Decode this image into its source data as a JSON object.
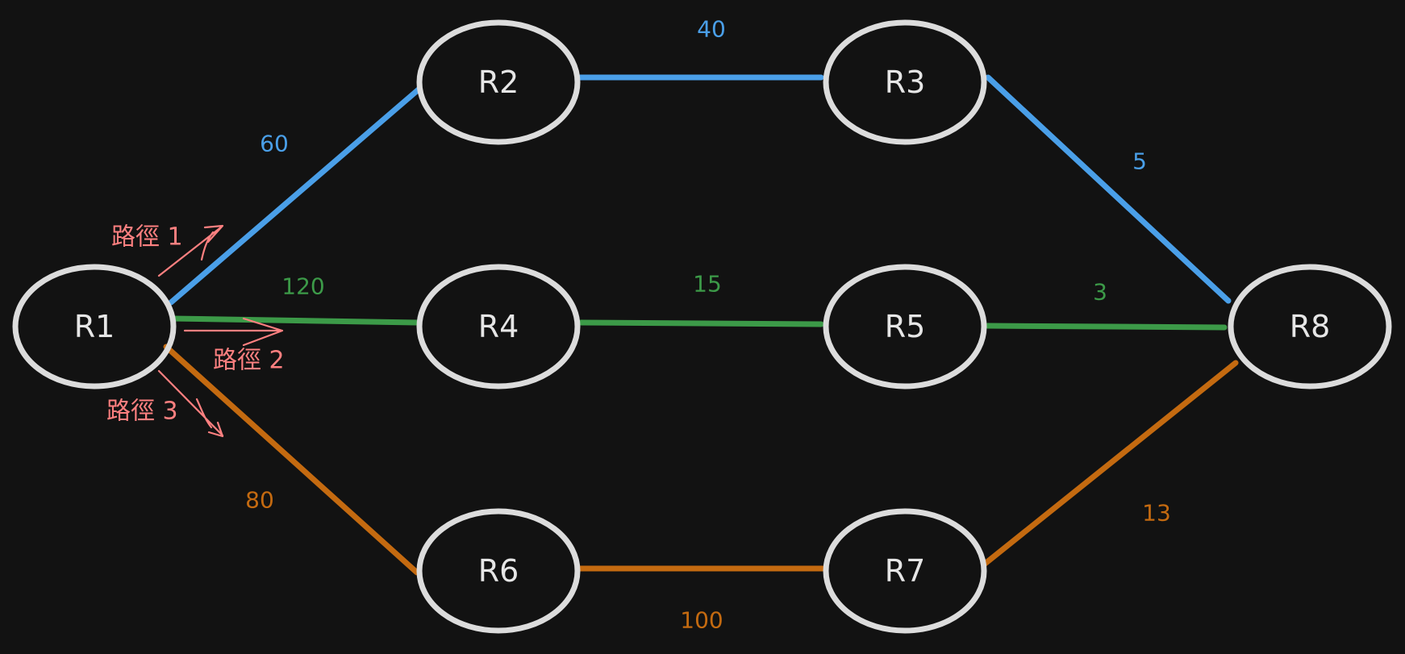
{
  "colors": {
    "background": "#121212",
    "node_stroke": "#dcdcdc",
    "node_text": "#e6e6e6",
    "path1": "#4a9fe8",
    "path2": "#3c9a48",
    "path3": "#c46a10",
    "annotation": "#ff8080"
  },
  "nodes": [
    {
      "id": "R1",
      "label": "R1"
    },
    {
      "id": "R2",
      "label": "R2"
    },
    {
      "id": "R3",
      "label": "R3"
    },
    {
      "id": "R4",
      "label": "R4"
    },
    {
      "id": "R5",
      "label": "R5"
    },
    {
      "id": "R6",
      "label": "R6"
    },
    {
      "id": "R7",
      "label": "R7"
    },
    {
      "id": "R8",
      "label": "R8"
    }
  ],
  "edges": [
    {
      "id": "r1-r2",
      "from": "R1",
      "to": "R2",
      "weight": "60",
      "path": "path1"
    },
    {
      "id": "r2-r3",
      "from": "R2",
      "to": "R3",
      "weight": "40",
      "path": "path1"
    },
    {
      "id": "r3-r8",
      "from": "R3",
      "to": "R8",
      "weight": "5",
      "path": "path1"
    },
    {
      "id": "r1-r4",
      "from": "R1",
      "to": "R4",
      "weight": "120",
      "path": "path2"
    },
    {
      "id": "r4-r5",
      "from": "R4",
      "to": "R5",
      "weight": "15",
      "path": "path2"
    },
    {
      "id": "r5-r8",
      "from": "R5",
      "to": "R8",
      "weight": "3",
      "path": "path2"
    },
    {
      "id": "r1-r6",
      "from": "R1",
      "to": "R6",
      "weight": "80",
      "path": "path3"
    },
    {
      "id": "r6-r7",
      "from": "R6",
      "to": "R7",
      "weight": "100",
      "path": "path3"
    },
    {
      "id": "r7-r8",
      "from": "R7",
      "to": "R8",
      "weight": "13",
      "path": "path3"
    }
  ],
  "paths": [
    {
      "id": "path1",
      "label": "路徑 1"
    },
    {
      "id": "path2",
      "label": "路徑 2"
    },
    {
      "id": "path3",
      "label": "路徑 3"
    }
  ]
}
